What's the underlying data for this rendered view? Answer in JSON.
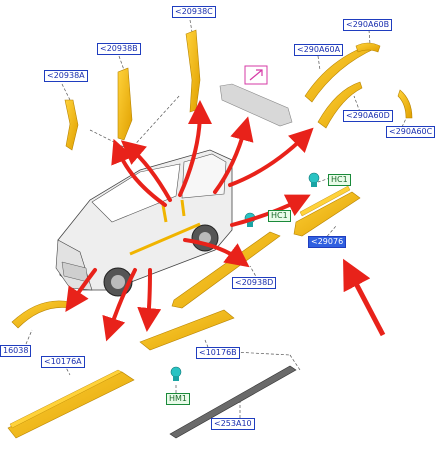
{
  "colors": {
    "part": "#f0b400",
    "part_edge": "#b88400",
    "arrow": "#e8221a",
    "label_border": "#1f3dbf",
    "label_text": "#1a2fae",
    "label_highlight": "#2f5fe0",
    "clip_fill": "#29c3c3",
    "callout_border": "#d63aa6"
  },
  "labels": {
    "c20938C": "<20938C",
    "c20938B": "<20938B",
    "c20938A": "<20938A",
    "c290A60B": "<290A60B",
    "c290A60A": "<290A60A",
    "c290A60D": "<290A60D",
    "c290A60C": "<290A60C",
    "hc1_top": "HC1",
    "hc1_mid": "HC1",
    "c29076": "<29076",
    "c20938D": "<20938D",
    "c16038": "16038",
    "c10176A": "<10176A",
    "c10176B": "<10176B",
    "hm1": "HM1",
    "c253A10": "<253A10"
  },
  "icons": [
    "van-illustration",
    "callout-arrow-icon",
    "clip-icon",
    "red-arrow"
  ]
}
